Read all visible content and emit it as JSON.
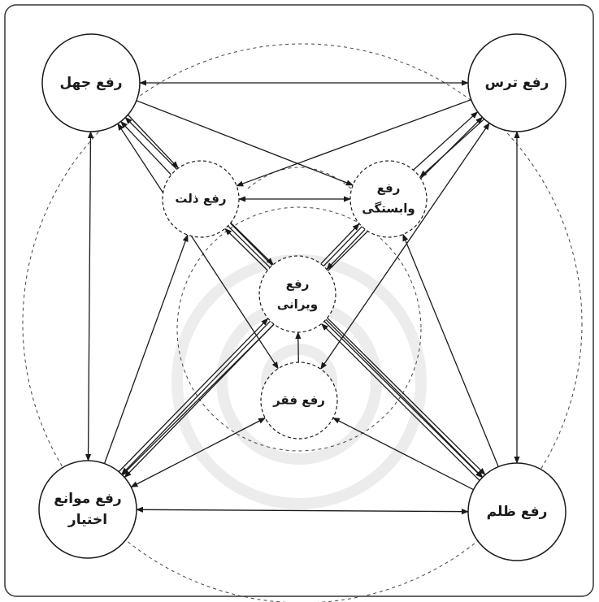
{
  "outer_nodes": {
    "top_left": "رفع جهل",
    "top_right": "رفع ترس",
    "bottom_left": [
      "رفع موانع",
      "اختیار"
    ],
    "bottom_right": "رفع ظلم"
  },
  "inner_nodes": {
    "left": "رفع ذلت",
    "right": [
      "رفع",
      "وابستگی"
    ],
    "center": [
      "رفع",
      "ویرانی"
    ],
    "bottom": "رفع فقر"
  }
}
